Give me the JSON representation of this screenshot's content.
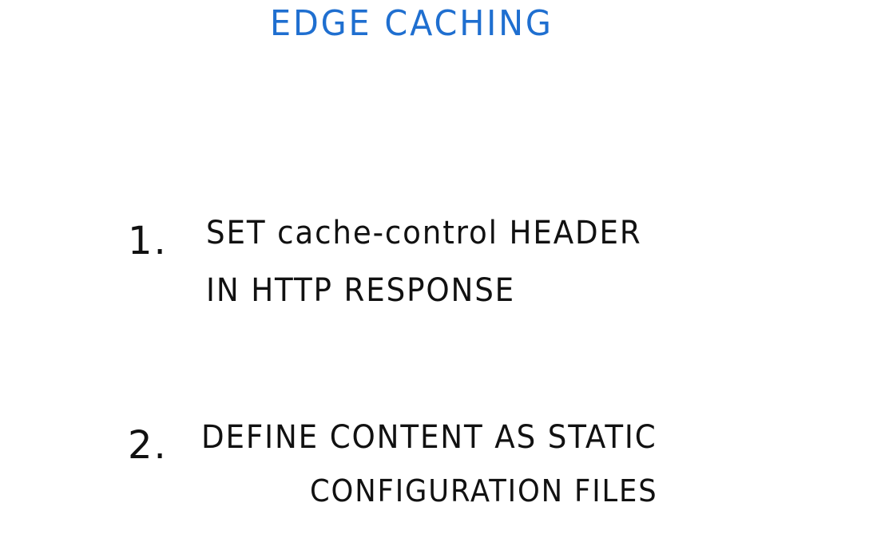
{
  "slide": {
    "title": "EDGE CACHING",
    "title_color": "#1f6fd0",
    "ink_color": "#111111",
    "items": [
      {
        "number": "1.",
        "line1": "SET cache-control HEADER",
        "line2": "IN HTTP RESPONSE"
      },
      {
        "number": "2.",
        "line1": "DEFINE CONTENT AS STATIC",
        "line2": "CONFIGURATION FILES"
      }
    ]
  }
}
